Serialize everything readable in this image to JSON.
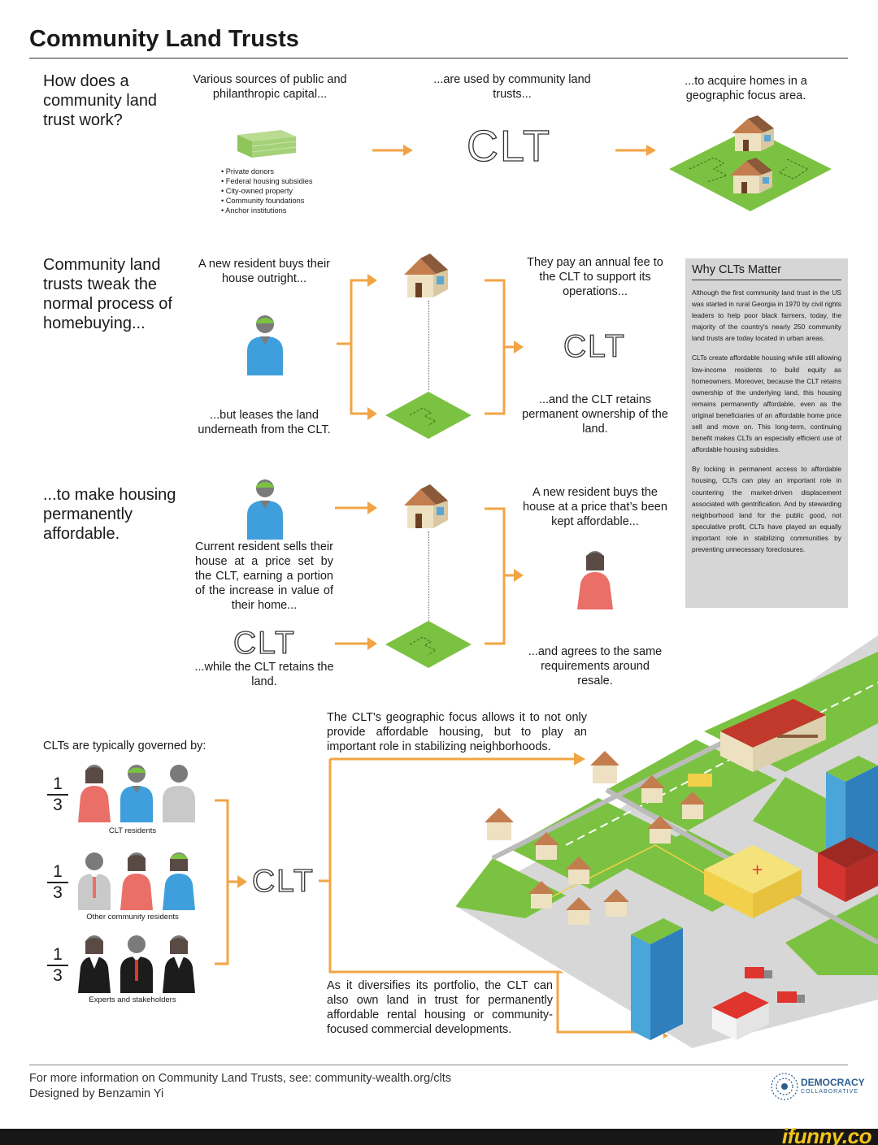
{
  "title": "Community Land Trusts",
  "row1": {
    "heading": "How does a community land trust work?",
    "cap1": "Various sources of public and philanthropic capital...",
    "sources": [
      "• Private donors",
      "• Federal housing subsidies",
      "• City-owned property",
      "• Community foundations",
      "• Anchor institutions"
    ],
    "cap2": "...are used by community land trusts...",
    "clt": "CLT",
    "cap3": "...to acquire homes in a geographic focus area."
  },
  "row2": {
    "heading": "Community land trusts tweak the normal process of homebuying...",
    "cap_buy": "A new resident buys their house outright...",
    "cap_lease": "...but leases the land underneath from the CLT.",
    "cap_fee": "They pay an annual fee to the CLT to support its operations...",
    "clt": "CLT",
    "cap_retain": "...and the CLT retains permanent ownership of the land."
  },
  "row3": {
    "heading": "...to make housing permanently affordable.",
    "cap_sell": "Current resident sells their house at a price set by the CLT, earning a portion of the increase in value of their home...",
    "clt": "CLT",
    "cap_while": "...while the CLT retains the land.",
    "cap_newbuy": "A new resident buys the house at a price that’s been kept affordable...",
    "cap_agree": "...and agrees to the same requirements around resale."
  },
  "sidebar": {
    "title": "Why CLTs Matter",
    "p1": "Although the first community land trust in the US was started in rural Georgia in 1970 by civil rights leaders to help poor black farmers, today, the majority of the country's nearly 250 community land trusts are today located in urban areas.",
    "p2": "CLTs create affordable housing while still allowing low-income residents to build equity as homeowners. Moreover, because the CLT retains ownership of the underlying land, this housing remains permanently affordable, even as the original beneficiaries of an affordable home price sell and move on. This long-term, continuing benefit makes CLTs an especially efficient use of affordable housing subsidies.",
    "p3": "By locking in permanent access to affordable housing, CLTs can play an important role in countering the market-driven displacement associated with gentrification. And by stewarding neighborhood land for the public good, not speculative profit, CLTs have played an equally important role in stabilizing communities by preventing unnecessary foreclosures."
  },
  "governance": {
    "heading": "CLTs are typically governed by:",
    "fraction_num": "1",
    "fraction_den": "3",
    "groups": [
      "CLT residents",
      "Other community residents",
      "Experts and stakeholders"
    ],
    "clt": "CLT"
  },
  "city": {
    "cap_focus": "The CLT's geographic focus allows it to not only provide affordable housing, but to play an important role in stabilizing neighborhoods.",
    "cap_portfolio": "As it diversifies its portfolio, the CLT can also own land in trust for permanently affordable rental housing or community-focused commercial developments."
  },
  "footer": {
    "info": "For more information on Community Land Trusts, see: community-wealth.org/clts",
    "credit": "Designed by Benzamin Yi",
    "logo_top": "DEMOCRACY",
    "logo_bottom": "COLLABORATIVE",
    "watermark": "ifunny.co"
  },
  "colors": {
    "arrow": "#f2a444",
    "grass": "#7cc242",
    "blue_person": "#3f9fdc",
    "coral_person": "#ea6f67",
    "grey_person": "#c9c9c9",
    "sidebar_bg": "#d6d6d6"
  }
}
